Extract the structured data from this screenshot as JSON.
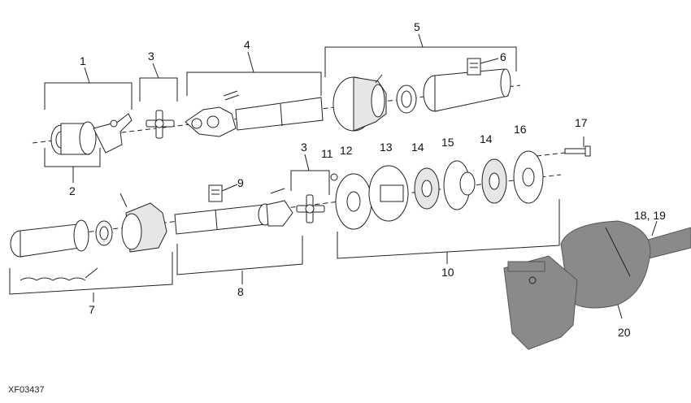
{
  "figure_code": "XF03437",
  "callouts": [
    "1",
    "2",
    "3",
    "4",
    "5",
    "6",
    "3",
    "11",
    "12",
    "13",
    "14",
    "15",
    "14",
    "16",
    "17",
    "9",
    "7",
    "8",
    "10",
    "18, 19",
    "20"
  ]
}
